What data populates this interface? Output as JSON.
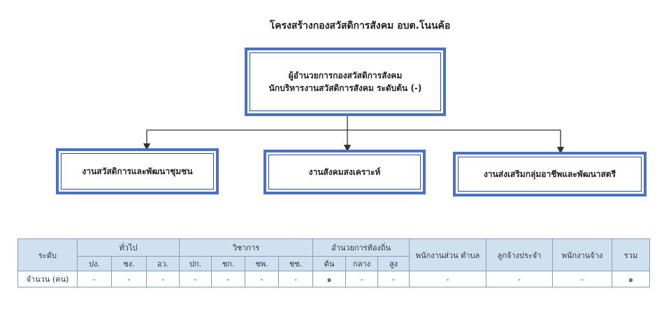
{
  "title": "โครงสร้างกองสวัสดิการสังคม  อบต.โนนค้อ",
  "org": {
    "top": {
      "line1": "ผู้อำนวยการกองสวัสดิการสังคม",
      "line2": "นักบริหารงานสวัสดิการสังคม ระดับต้น (-)"
    },
    "children": [
      "งานสวัสดิการและพัฒนาชุมชน",
      "งานสังคมสงเคราะห์",
      "งานส่งเสริมกลุ่มอาชีพและพัฒนาสตรี"
    ]
  },
  "table": {
    "level_label": "ระดับ",
    "groups": {
      "general": "ทั่วไป",
      "academic": "วิชาการ",
      "local_admin": "อำนวยการท้องถิ่น",
      "tambon_staff": "พนักงานส่วน ตำบล",
      "permanent_employee": "ลูกจ้างประจำ",
      "employee": "พนักงานจ้าง",
      "total": "รวม"
    },
    "sub": {
      "general": [
        "ปง.",
        "ชง.",
        "อว."
      ],
      "academic": [
        "ปก.",
        "ชก.",
        "ชพ.",
        "ชช."
      ],
      "local_admin": [
        "ต้น",
        "กลาง",
        "สูง"
      ]
    },
    "row": {
      "label": "จำนวน (คน)",
      "values": [
        "-",
        "-",
        "-",
        "-",
        "-",
        "-",
        "-",
        "๑",
        "-",
        "-",
        "-",
        "-",
        "-",
        "๑"
      ]
    }
  }
}
